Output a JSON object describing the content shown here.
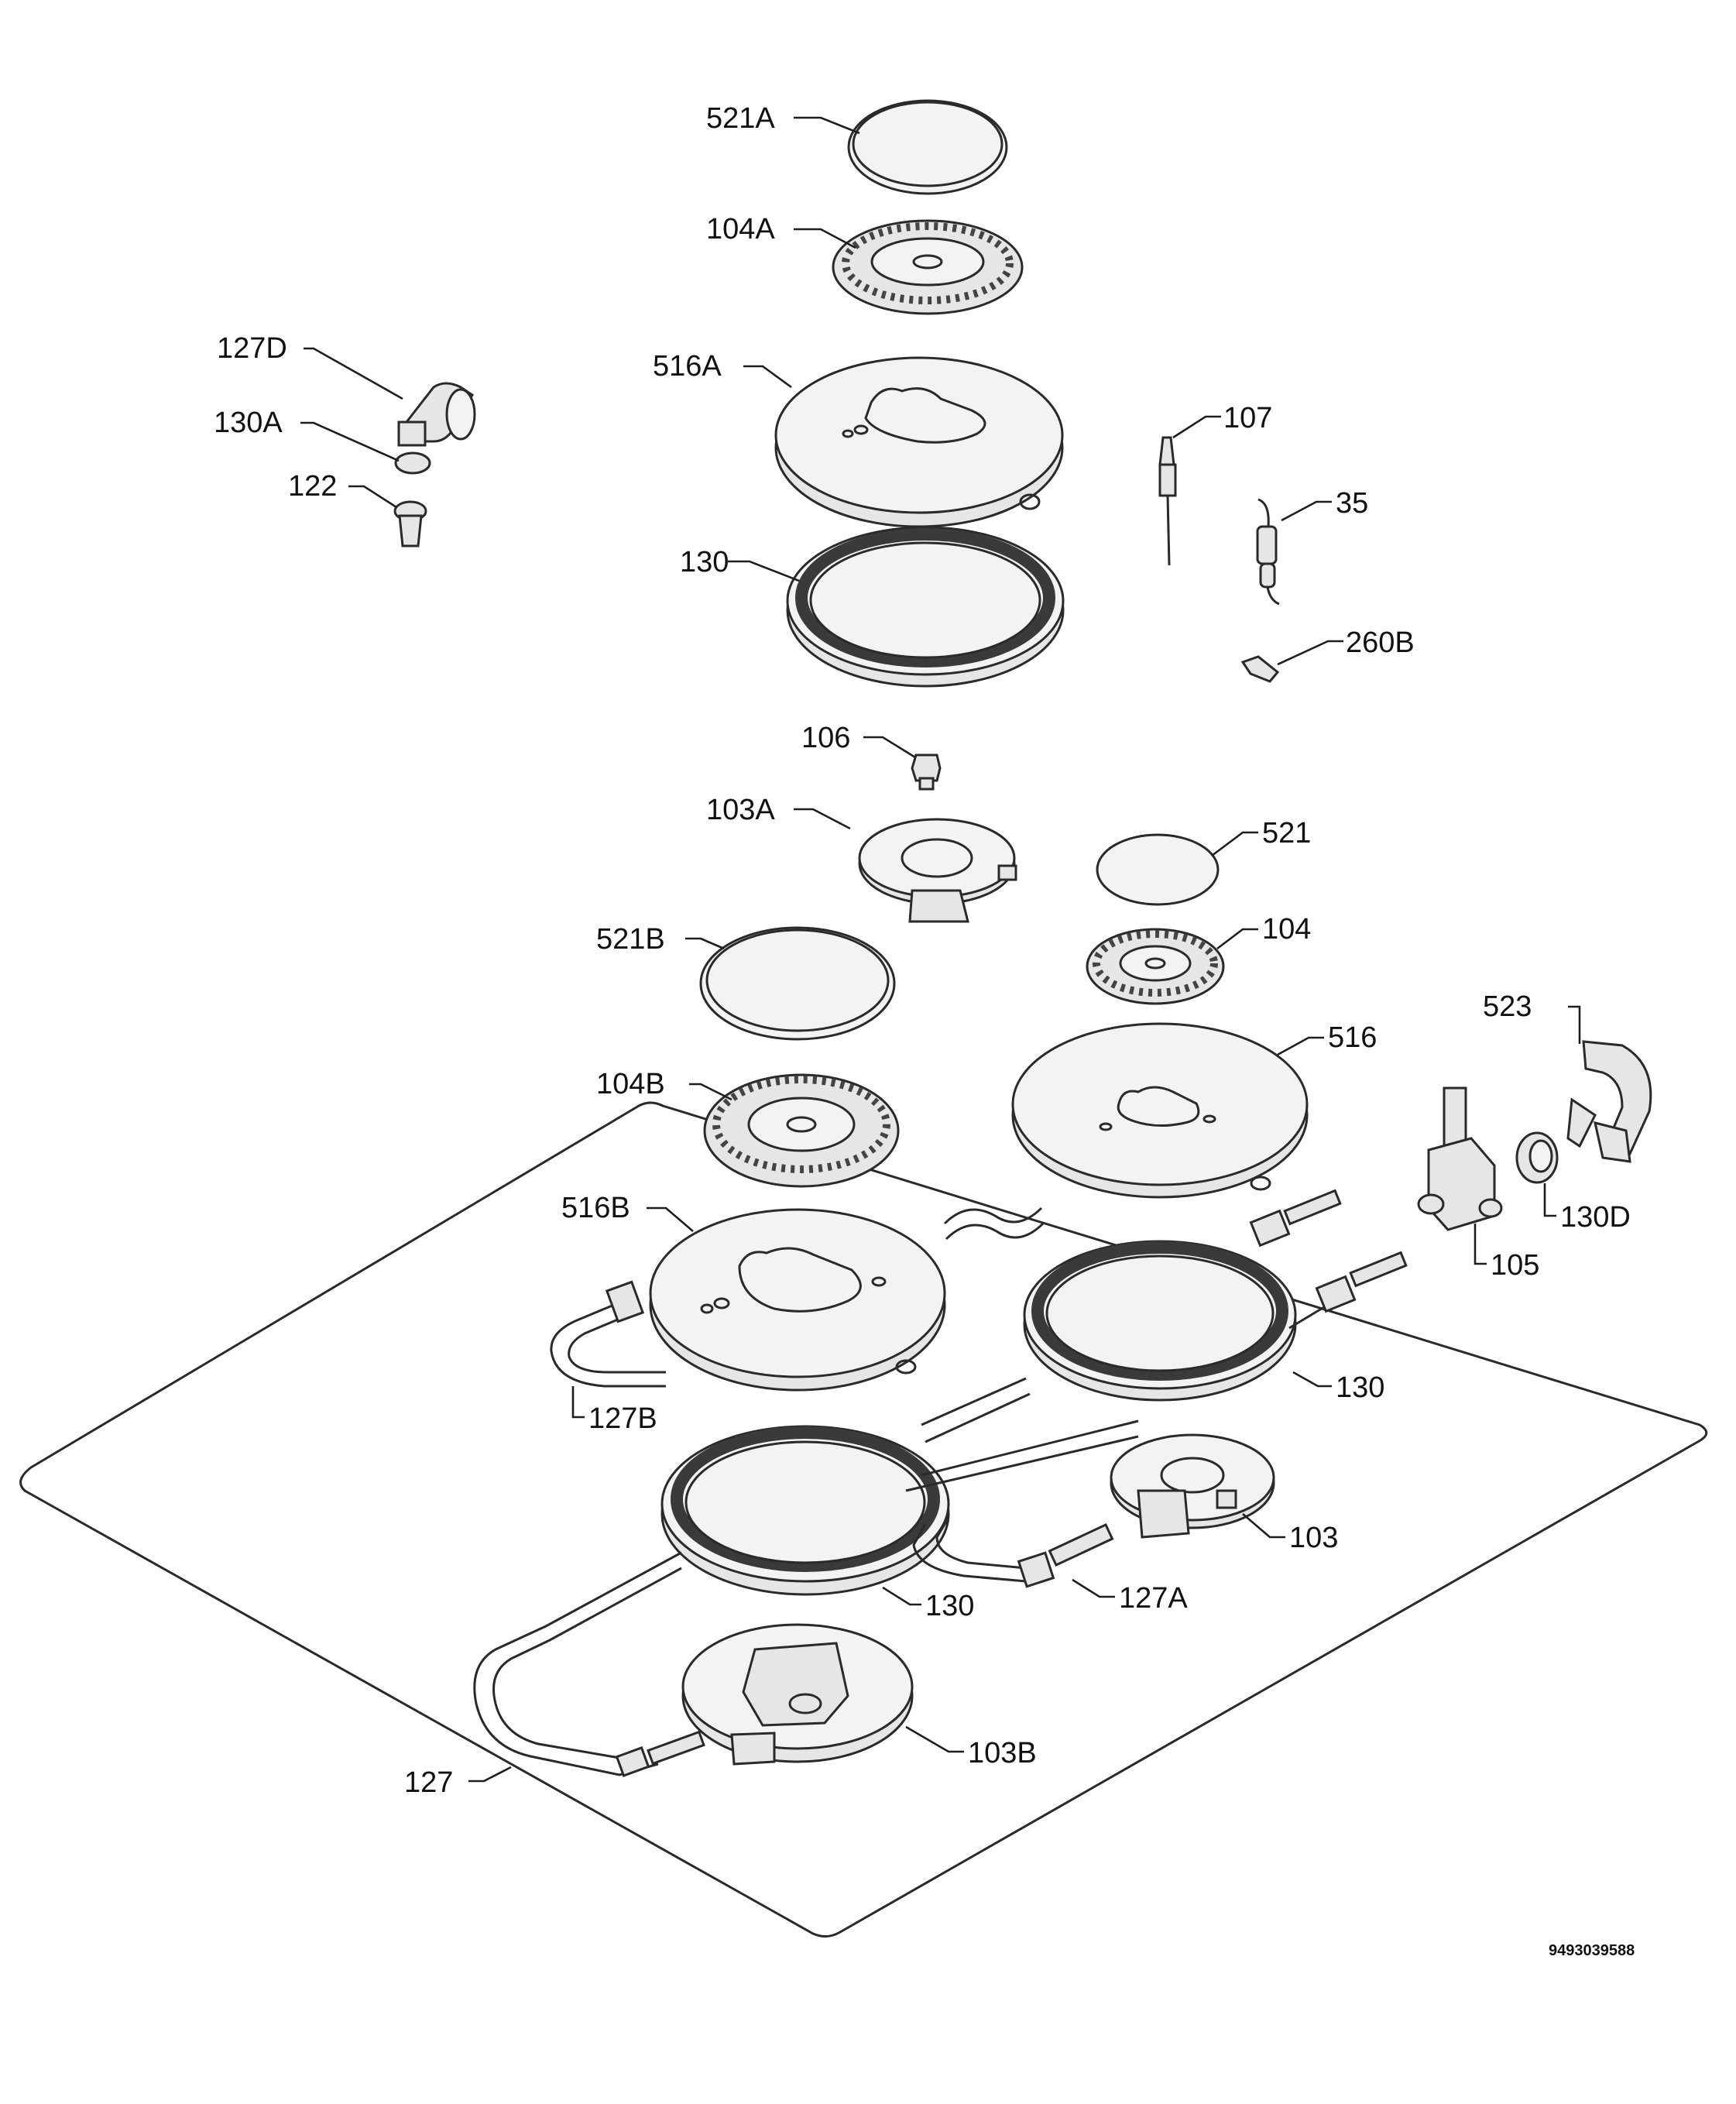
{
  "diagram_code": "9493039588",
  "callouts": [
    {
      "id": "521a",
      "text": "521A"
    },
    {
      "id": "104a",
      "text": "104A"
    },
    {
      "id": "127d",
      "text": "127D"
    },
    {
      "id": "130a",
      "text": "130A"
    },
    {
      "id": "122",
      "text": "122"
    },
    {
      "id": "516a",
      "text": "516A"
    },
    {
      "id": "107",
      "text": "107"
    },
    {
      "id": "35",
      "text": "35"
    },
    {
      "id": "130-top",
      "text": "130"
    },
    {
      "id": "260b",
      "text": "260B"
    },
    {
      "id": "106",
      "text": "106"
    },
    {
      "id": "103a",
      "text": "103A"
    },
    {
      "id": "521",
      "text": "521"
    },
    {
      "id": "521b",
      "text": "521B"
    },
    {
      "id": "104",
      "text": "104"
    },
    {
      "id": "523",
      "text": "523"
    },
    {
      "id": "516",
      "text": "516"
    },
    {
      "id": "104b",
      "text": "104B"
    },
    {
      "id": "130d",
      "text": "130D"
    },
    {
      "id": "516b",
      "text": "516B"
    },
    {
      "id": "105",
      "text": "105"
    },
    {
      "id": "130-right",
      "text": "130"
    },
    {
      "id": "127b",
      "text": "127B"
    },
    {
      "id": "103",
      "text": "103"
    },
    {
      "id": "127a",
      "text": "127A"
    },
    {
      "id": "130-bottom",
      "text": "130"
    },
    {
      "id": "103b",
      "text": "103B"
    },
    {
      "id": "127",
      "text": "127"
    }
  ]
}
